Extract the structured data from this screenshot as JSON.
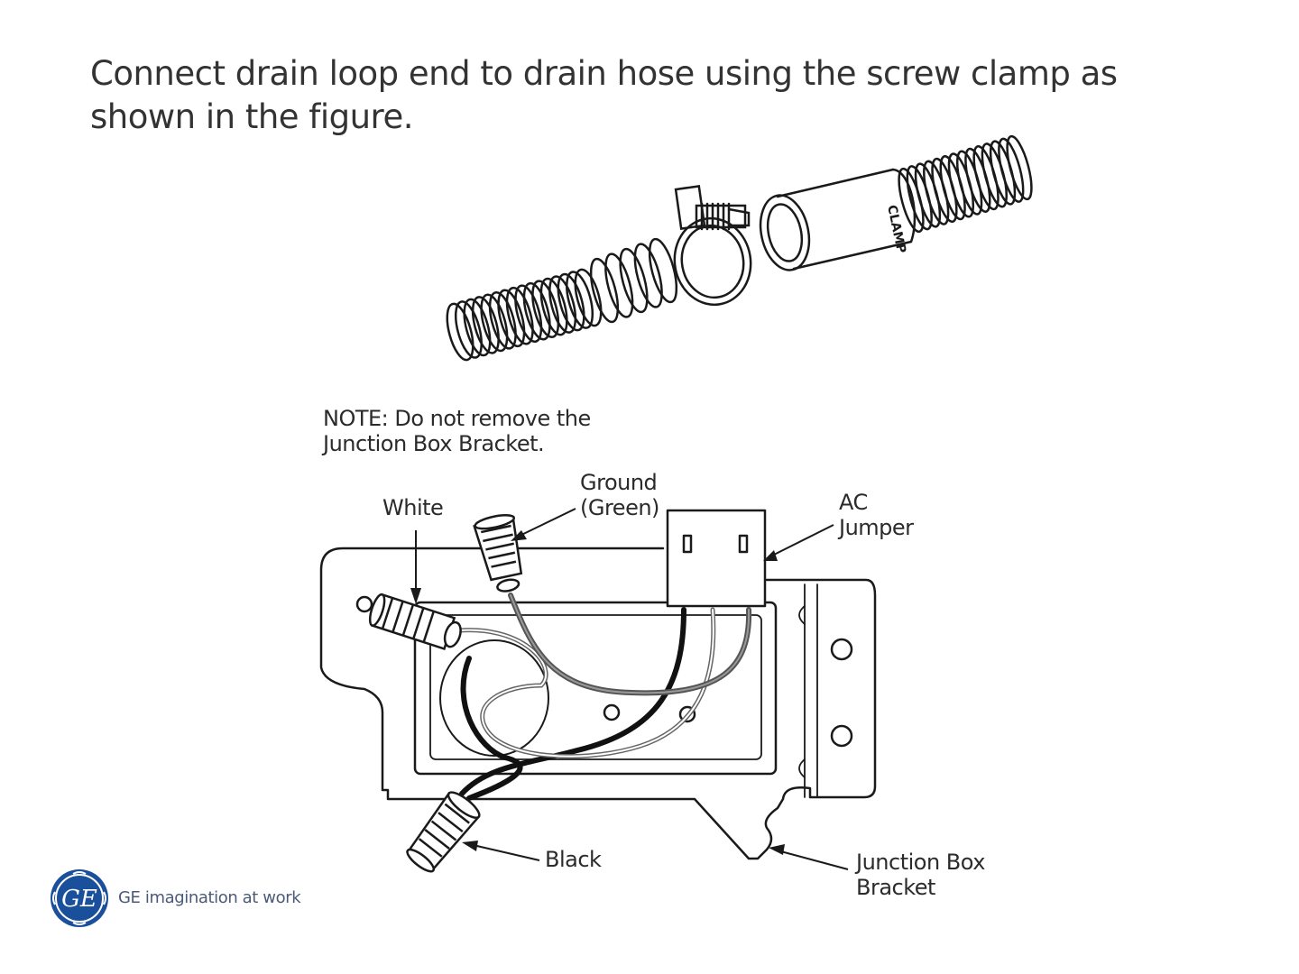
{
  "heading": {
    "line1": "Connect drain loop end to drain hose using the screw clamp as",
    "line2": "shown in the figure."
  },
  "hose_figure": {
    "fitting_text": "CLAMP"
  },
  "wiring_figure": {
    "note_line1": "NOTE: Do not remove the",
    "note_line2": "Junction Box Bracket.",
    "labels": {
      "white": "White",
      "ground_line1": "Ground",
      "ground_line2": "(Green)",
      "ac_line1": "AC",
      "ac_line2": "Jumper",
      "black": "Black",
      "bracket_line1": "Junction Box",
      "bracket_line2": "Bracket"
    }
  },
  "brand": {
    "logo_text": "GE",
    "tagline": "GE imagination at work",
    "color": "#1a4f9c"
  }
}
